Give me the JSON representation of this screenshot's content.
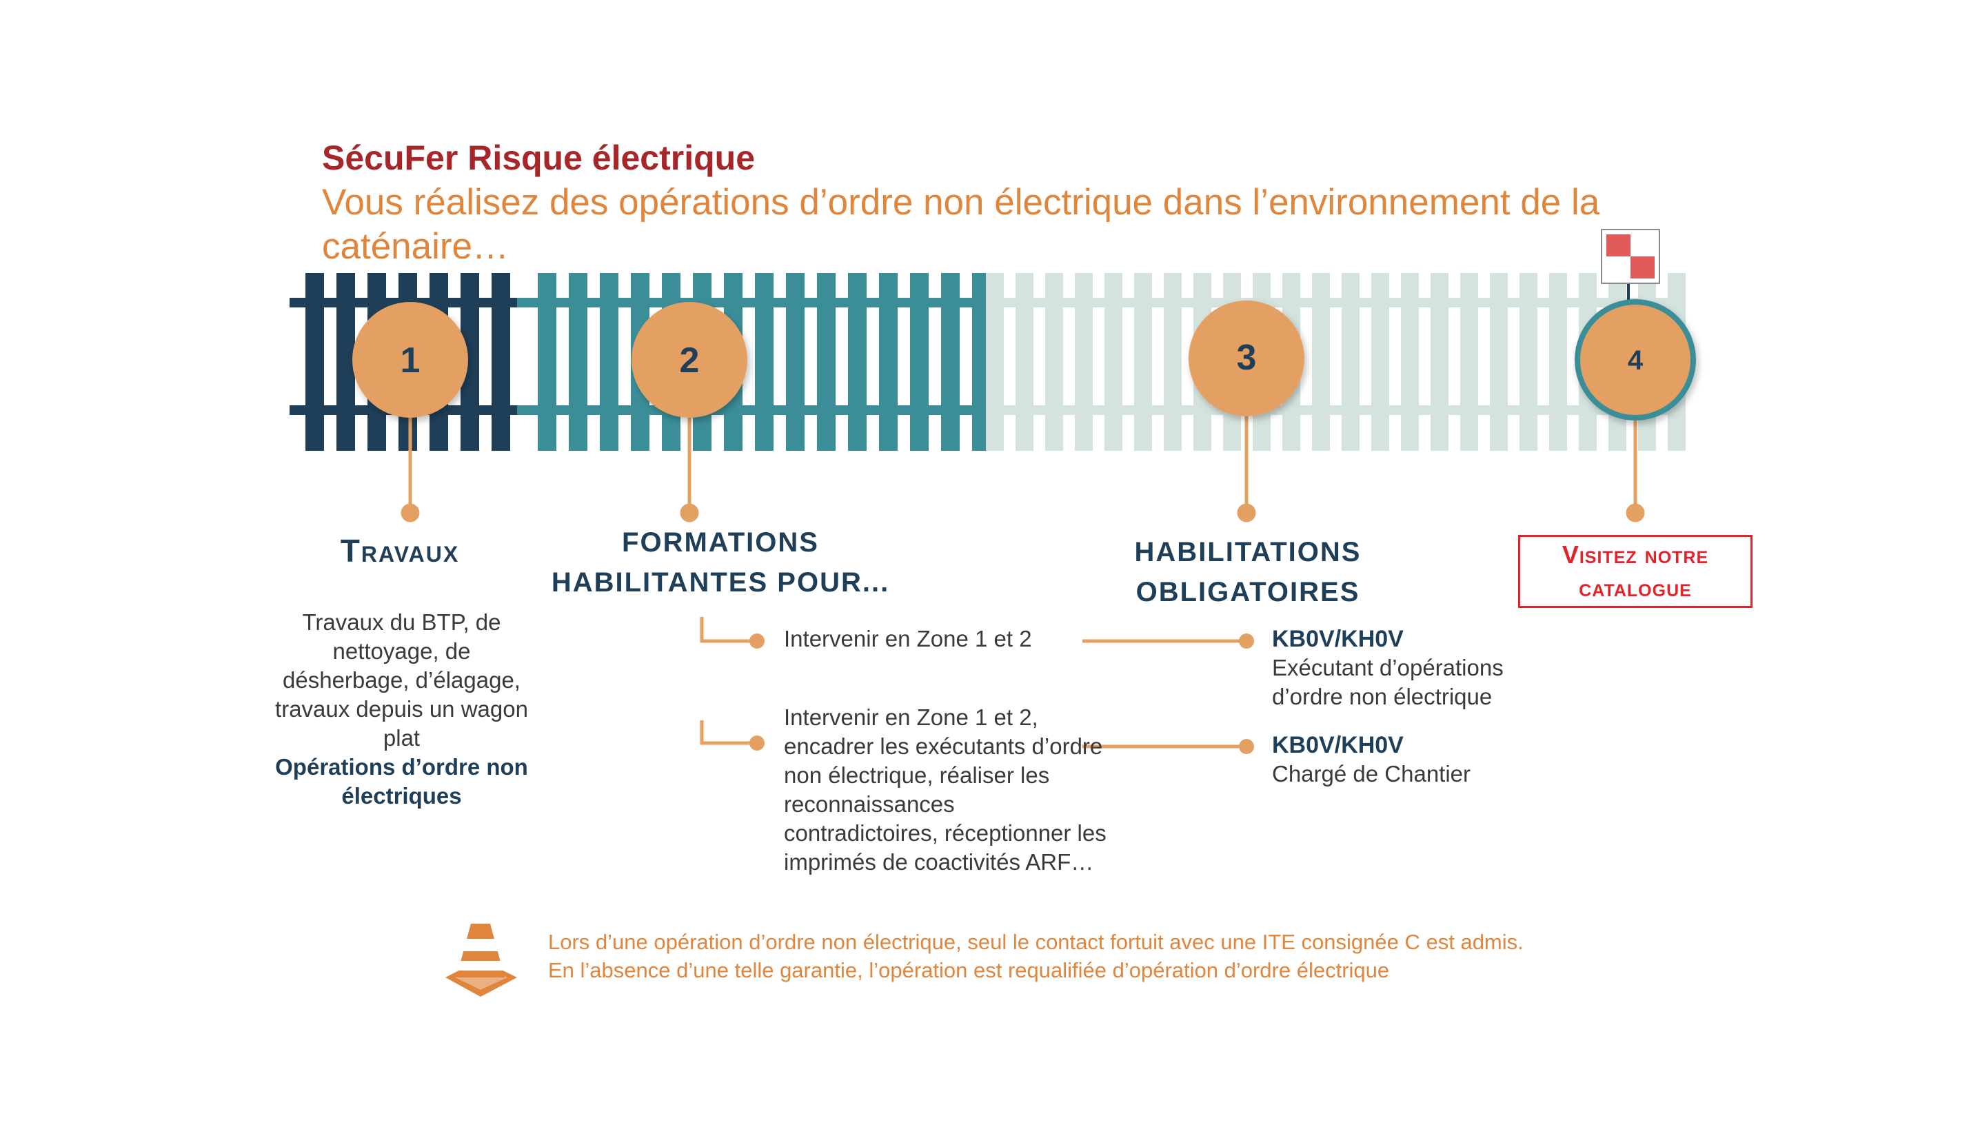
{
  "header": {
    "title": "SécuFer Risque électrique",
    "subtitle": "Vous réalisez des opérations d’ordre non électrique dans l’environnement de la caténaire…"
  },
  "steps": [
    {
      "number": "1",
      "heading": "Travaux"
    },
    {
      "number": "2",
      "heading": "FORMATIONS HABILITANTES POUR..."
    },
    {
      "number": "3",
      "heading": "HABILITATIONS OBLIGATOIRES"
    },
    {
      "number": "4",
      "heading": "Visitez notre catalogue"
    }
  ],
  "travaux": {
    "description": "Travaux du BTP, de nettoyage, de désherbage, d’élagage, travaux depuis un wagon plat",
    "emphasis": "Opérations d’ordre non électriques"
  },
  "formations": [
    {
      "text": "Intervenir en Zone 1 et 2"
    },
    {
      "text": "Intervenir en Zone 1 et 2, encadrer les exécutants d’ordre non électrique, réaliser les reconnaissances contradictoires, réceptionner les imprimés de coactivités ARF…"
    }
  ],
  "habilitations": [
    {
      "code": "KB0V/KH0V",
      "role": "Exécutant d’opérations d’ordre non électrique"
    },
    {
      "code": "KB0V/KH0V",
      "role": "Chargé de Chantier"
    }
  ],
  "note": {
    "line1": "Lors d’une opération d’ordre non électrique, seul le contact fortuit avec une ITE consignée C est admis.",
    "line2": "En l’absence d’une telle garantie, l’opération est requalifiée d’opération d’ordre électrique"
  },
  "colors": {
    "dark_navy": "#1f3e58",
    "teal": "#3b8e98",
    "pale_green": "#d5e3df",
    "orange": "#e4a062",
    "accent_orange": "#e0853c",
    "title_red": "#a6262a",
    "catalog_red": "#e2232a"
  },
  "icons": [
    "traffic-cone-icon",
    "checkered-flag-icon"
  ]
}
